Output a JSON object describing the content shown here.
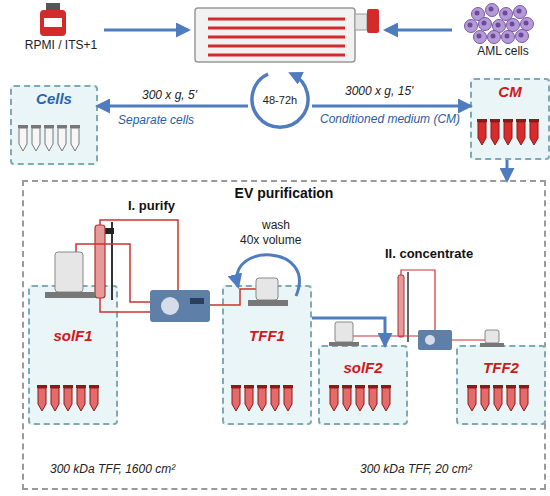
{
  "diagram": {
    "nodes": [
      {
        "text": [
          "RPMI / ITS+1"
        ]
      },
      {
        "text": [
          "AML cells"
        ]
      },
      {
        "text": [
          "48-72h"
        ]
      },
      {
        "text": [
          "Cells"
        ]
      },
      {
        "text": [
          "CM"
        ]
      },
      {
        "text": [
          "EV purification"
        ]
      },
      {
        "text": [
          "solF1"
        ],
        "in": 5
      },
      {
        "text": [
          "TFF1"
        ],
        "in": 5
      },
      {
        "text": [
          "solF2"
        ],
        "in": 5
      },
      {
        "text": [
          "TFF2"
        ],
        "in": 5
      }
    ],
    "edges": [
      {
        "from": 2,
        "to": 3,
        "arrow": "to"
      },
      {
        "from": 2,
        "to": 4,
        "arrow": "to"
      },
      {
        "from": 4,
        "to": 5,
        "arrow": "to"
      },
      {
        "from": 7,
        "to": 8,
        "arrow": "to"
      }
    ],
    "labels": [
      "300 x g, 5'",
      "Separate cells",
      "3000 x g, 15'",
      "Conditioned medium (CM)",
      "I. purify",
      "wash",
      "40x volume",
      "II. concentrate",
      "300 kDa TFF, 1600 cm²",
      "300 kDa TFF, 20 cm²"
    ]
  }
}
